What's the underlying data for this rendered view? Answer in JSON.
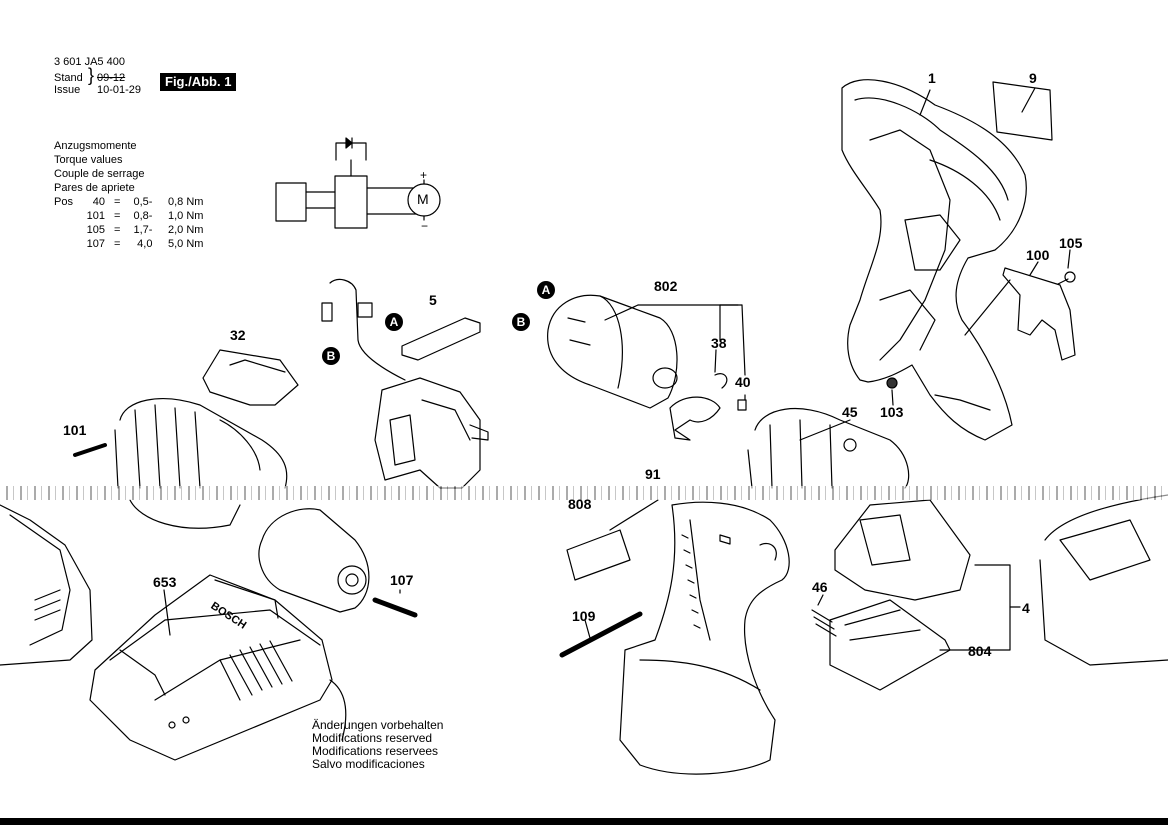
{
  "header": {
    "part_number": "3 601 JA5 400",
    "stand_label": "Stand",
    "issue_label": "Issue",
    "old_date": "09-12",
    "issue_date": "10-01-29",
    "figure_label": "Fig./Abb. 1"
  },
  "torque": {
    "title_lines": [
      "Anzugsmomente",
      "Torque values",
      "Couple de serrage",
      "Pares de apriete"
    ],
    "pos_label": "Pos",
    "rows": [
      {
        "pos": "40",
        "eq": "=",
        "min": "0,5-",
        "max": "0,8 Nm"
      },
      {
        "pos": "101",
        "eq": "=",
        "min": "0,8-",
        "max": "1,0 Nm"
      },
      {
        "pos": "105",
        "eq": "=",
        "min": "1,7-",
        "max": "2,0 Nm"
      },
      {
        "pos": "107",
        "eq": "=",
        "min": "4,0",
        "max": "5,0 Nm"
      }
    ]
  },
  "circuit": {
    "motor_symbol": "M",
    "plus": "+",
    "minus": "−"
  },
  "markers": {
    "a": "A",
    "b": "B"
  },
  "parts": {
    "p1": "1",
    "p9": "9",
    "p100": "100",
    "p105": "105",
    "p103": "103",
    "p5": "5",
    "p32": "32",
    "p101": "101",
    "p802": "802",
    "p38": "38",
    "p40": "40",
    "p45": "45",
    "p91": "91",
    "p808": "808",
    "p653": "653",
    "p107": "107",
    "p109": "109",
    "p46": "46",
    "p4": "4",
    "p804": "804"
  },
  "charger_brand": "BOSCH",
  "disclaimer": [
    "Änderungen vorbehalten",
    "Modifications reserved",
    "Modifications reservees",
    "Salvo modificaciones"
  ]
}
